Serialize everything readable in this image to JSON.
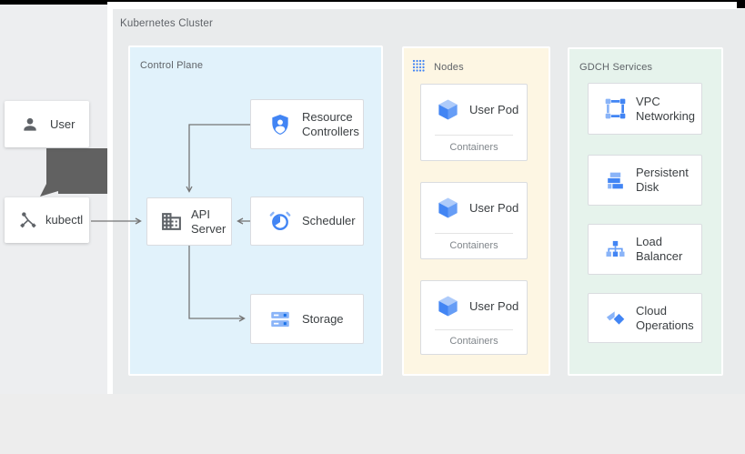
{
  "cluster": {
    "label": "Kubernetes Cluster"
  },
  "panels": {
    "control_plane": {
      "label": "Control Plane"
    },
    "nodes": {
      "label": "Nodes"
    },
    "gdch": {
      "label": "GDCH Services"
    }
  },
  "actors": {
    "user": {
      "label": "User",
      "icon": "person-icon"
    },
    "kubectl": {
      "label": "kubectl",
      "icon": "node-graph-icon"
    }
  },
  "control_plane_cards": {
    "resource_controllers": {
      "label": "Resource Controllers",
      "icon": "shield-person-icon"
    },
    "api_server": {
      "label": "API Server",
      "icon": "building-icon"
    },
    "scheduler": {
      "label": "Scheduler",
      "icon": "clock-icon"
    },
    "storage": {
      "label": "Storage",
      "icon": "server-racks-icon"
    }
  },
  "nodes_panel": {
    "icon": "dotted-grid-icon",
    "pods": [
      {
        "label": "User Pod",
        "sub_label": "Containers",
        "icon": "cube-icon"
      },
      {
        "label": "User Pod",
        "sub_label": "Containers",
        "icon": "cube-icon"
      },
      {
        "label": "User Pod",
        "sub_label": "Containers",
        "icon": "cube-icon"
      }
    ]
  },
  "gdch_cards": [
    {
      "label": "VPC Networking",
      "icon": "vpc-icon"
    },
    {
      "label": "Persistent Disk",
      "icon": "persistent-disk-icon"
    },
    {
      "label": "Load Balancer",
      "icon": "load-balancer-icon"
    },
    {
      "label": "Cloud Operations",
      "icon": "cloud-operations-icon"
    }
  ],
  "connections": [
    "user -> kubectl",
    "kubectl -> api_server",
    "resource_controllers -> api_server",
    "scheduler -> api_server",
    "api_server -> storage"
  ],
  "colors": {
    "accent_blue": "#4285f4",
    "light_blue": "#8ab4f8",
    "icon_gray": "#5f6368",
    "arrow_gray": "#757575",
    "blob_arrow_gray": "#616161",
    "control_plane_bg": "#e1f2fb",
    "nodes_bg": "#fdf6e3",
    "gdch_bg": "#e6f3ec",
    "cluster_bg": "#e9ebec"
  }
}
